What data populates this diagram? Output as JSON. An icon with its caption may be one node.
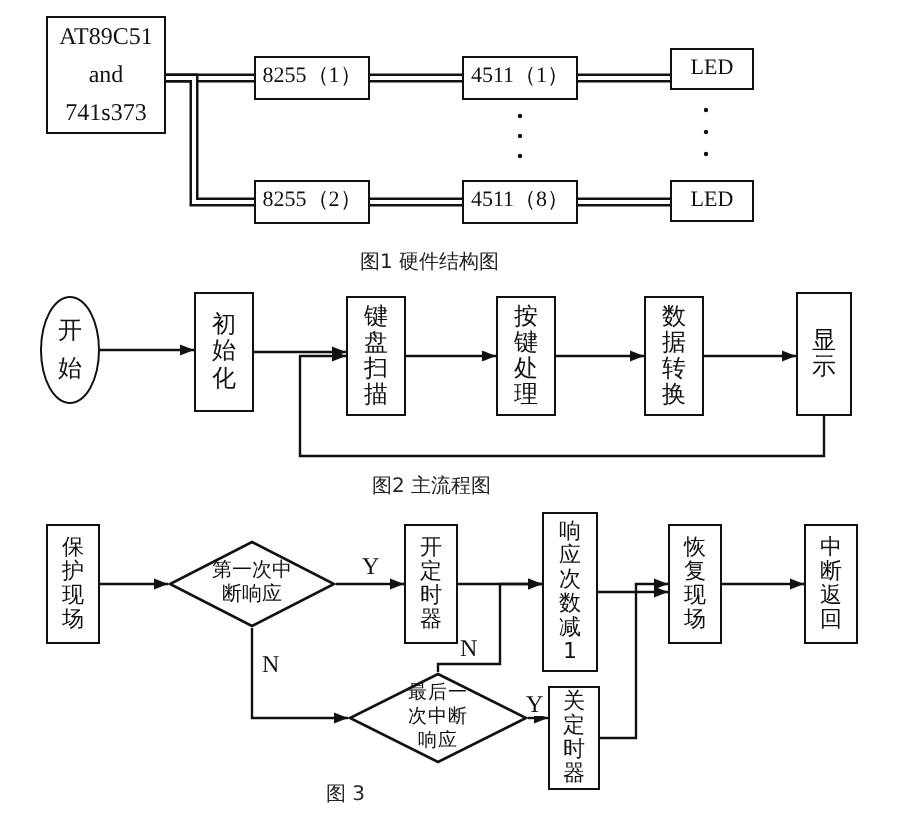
{
  "diagram": {
    "nodes": [
      {
        "text": [
          "AT89C51 and 741s373"
        ]
      },
      {
        "text": [
          "8255（1）"
        ]
      },
      {
        "text": [
          "4511（1）"
        ]
      },
      {
        "text": [
          "LED"
        ]
      },
      {
        "text": [
          "8255（2）"
        ]
      },
      {
        "text": [
          "4511（8）"
        ]
      },
      {
        "text": [
          "LED"
        ]
      },
      {
        "text": [
          "开始"
        ]
      },
      {
        "text": [
          "初始化"
        ]
      },
      {
        "text": [
          "键盘扫描"
        ]
      },
      {
        "text": [
          "按键处理"
        ]
      },
      {
        "text": [
          "数据转换"
        ]
      },
      {
        "text": [
          "显示"
        ]
      },
      {
        "text": [
          "保护现场"
        ]
      },
      {
        "text": [
          "第一次中断响应"
        ]
      },
      {
        "text": [
          "开定时器"
        ]
      },
      {
        "text": [
          "响应次数减1"
        ]
      },
      {
        "text": [
          "恢复现场"
        ]
      },
      {
        "text": [
          "中断返回"
        ]
      },
      {
        "text": [
          "最后一次中断响应"
        ]
      },
      {
        "text": [
          "关定时器"
        ]
      }
    ],
    "edges": [
      {
        "from": 0,
        "to": 1,
        "arrow": "none",
        "style": "thick"
      },
      {
        "from": 0,
        "to": 4,
        "arrow": "none",
        "style": "thick"
      },
      {
        "from": 1,
        "to": 2,
        "arrow": "none",
        "style": "thick"
      },
      {
        "from": 4,
        "to": 5,
        "arrow": "none",
        "style": "thick"
      },
      {
        "from": 2,
        "to": 3,
        "arrow": "none",
        "style": "thick"
      },
      {
        "from": 5,
        "to": 6,
        "arrow": "none",
        "style": "thick"
      },
      {
        "from": 7,
        "to": 8,
        "arrow": "to"
      },
      {
        "from": 8,
        "to": 9,
        "arrow": "to"
      },
      {
        "from": 9,
        "to": 10,
        "arrow": "to"
      },
      {
        "from": 10,
        "to": 11,
        "arrow": "to"
      },
      {
        "from": 11,
        "to": 12,
        "arrow": "to"
      },
      {
        "from": 12,
        "to": 9,
        "arrow": "to"
      },
      {
        "from": 13,
        "to": 14,
        "arrow": "to"
      },
      {
        "from": 14,
        "to": 15,
        "arrow": "to",
        "label": "Y"
      },
      {
        "from": 15,
        "to": 16,
        "arrow": "to"
      },
      {
        "from": 16,
        "to": 17,
        "arrow": "to"
      },
      {
        "from": 17,
        "to": 18,
        "arrow": "to"
      },
      {
        "from": 14,
        "to": 19,
        "arrow": "to",
        "label": "N"
      },
      {
        "from": 19,
        "to": 16,
        "arrow": "to",
        "label": "N"
      },
      {
        "from": 19,
        "to": 20,
        "arrow": "to",
        "label": "Y"
      },
      {
        "from": 20,
        "to": 17,
        "arrow": "to"
      }
    ],
    "labels": [
      "图1 硬件结构图",
      "图2 主流程图",
      "图 3"
    ]
  }
}
